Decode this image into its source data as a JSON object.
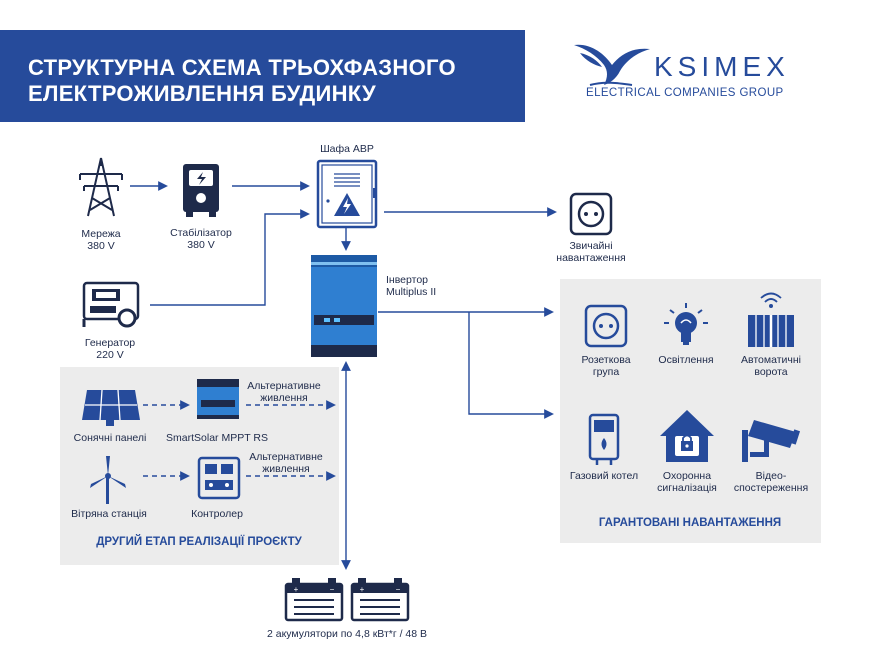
{
  "header": {
    "title_line1": "СТРУКТУРНА СХЕМА ТРЬОХФАЗНОГО",
    "title_line2": "ЕЛЕКТРОЖИВЛЕННЯ БУДИНКУ"
  },
  "logo": {
    "name": "KSIMEX",
    "subtitle": "ELECTRICAL COMPANIES GROUP"
  },
  "colors": {
    "primary": "#264b9b",
    "dark": "#1e2a4a",
    "panel": "#ececec",
    "inverter": "#2f7fd1"
  },
  "nodes": {
    "grid": {
      "label1": "Мережа",
      "label2": "380 V",
      "icon": "power-tower-icon"
    },
    "stabilizer": {
      "label1": "Стабілізатор",
      "label2": "380 V",
      "icon": "stabilizer-icon"
    },
    "generator": {
      "label1": "Генератор",
      "label2": "220 V",
      "icon": "generator-icon"
    },
    "avr": {
      "label": "Шафа АВР",
      "icon": "electrical-cabinet-icon"
    },
    "inverter": {
      "label1": "Інвертор",
      "label2": "Multiplus II",
      "icon": "inverter-icon"
    },
    "ordinary_load": {
      "label1": "Звичайні",
      "label2": "навантаження",
      "icon": "socket-icon"
    },
    "batteries": {
      "label": "2 акумулятори по 4,8 кВт*г / 48 В",
      "icon": "battery-icon"
    }
  },
  "second_stage": {
    "heading": "ДРУГИЙ ЕТАП РЕАЛІЗАЦІЇ ПРОЄКТУ",
    "solar": {
      "label": "Сонячні панелі",
      "icon": "solar-panel-icon"
    },
    "mppt": {
      "label": "SmartSolar MPPT RS",
      "icon": "charge-controller-icon"
    },
    "wind": {
      "label": "Вітряна станція",
      "icon": "wind-turbine-icon"
    },
    "controller": {
      "label": "Контролер",
      "icon": "controller-icon"
    },
    "alt_power_line1": "Альтернативне",
    "alt_power_line2": "живлення"
  },
  "guaranteed": {
    "heading": "ГАРАНТОВАНІ НАВАНТАЖЕННЯ",
    "items": [
      {
        "label1": "Розеткова",
        "label2": "група",
        "icon": "socket-icon"
      },
      {
        "label1": "Освітлення",
        "label2": "",
        "icon": "light-bulb-icon"
      },
      {
        "label1": "Автоматичні",
        "label2": "ворота",
        "icon": "gate-icon"
      },
      {
        "label1": "Газовий котел",
        "label2": "",
        "icon": "gas-boiler-icon"
      },
      {
        "label1": "Охоронна",
        "label2": "сигналізація",
        "icon": "security-house-icon"
      },
      {
        "label1": "Відео-",
        "label2": "спостереження",
        "icon": "cctv-camera-icon"
      }
    ]
  }
}
